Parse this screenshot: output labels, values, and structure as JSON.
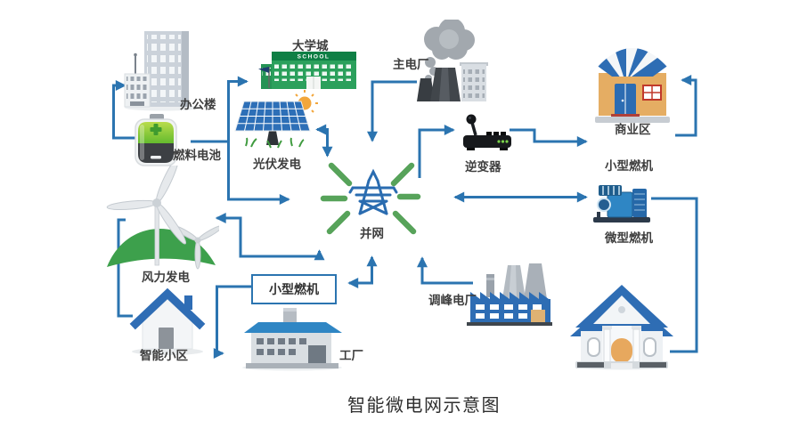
{
  "title": "智能微电网示意图",
  "colors": {
    "line": "#2b74b0",
    "ray": "#57a35a",
    "school_green": "#2ba05c",
    "roof_blue": "#2e6db4"
  },
  "nodes": {
    "office": {
      "label": "办公楼"
    },
    "university": {
      "label": "大学城",
      "sign": "SCHOOL"
    },
    "main_plant": {
      "label": "主电厂"
    },
    "fuel_cell": {
      "label": "燃料电池"
    },
    "pv": {
      "label": "光伏发电"
    },
    "grid": {
      "label": "并网"
    },
    "inverter": {
      "label": "逆变器"
    },
    "commercial": {
      "label": "商业区"
    },
    "small_turbine": {
      "label": "小型燃机"
    },
    "micro_turbine": {
      "label": "微型燃机"
    },
    "peak_plant": {
      "label": "调峰电厂"
    },
    "small_turbine_box": {
      "label": "小型燃机"
    },
    "factory": {
      "label": "工厂"
    },
    "wind": {
      "label": "风力发电"
    },
    "community": {
      "label": "智能小区"
    }
  }
}
